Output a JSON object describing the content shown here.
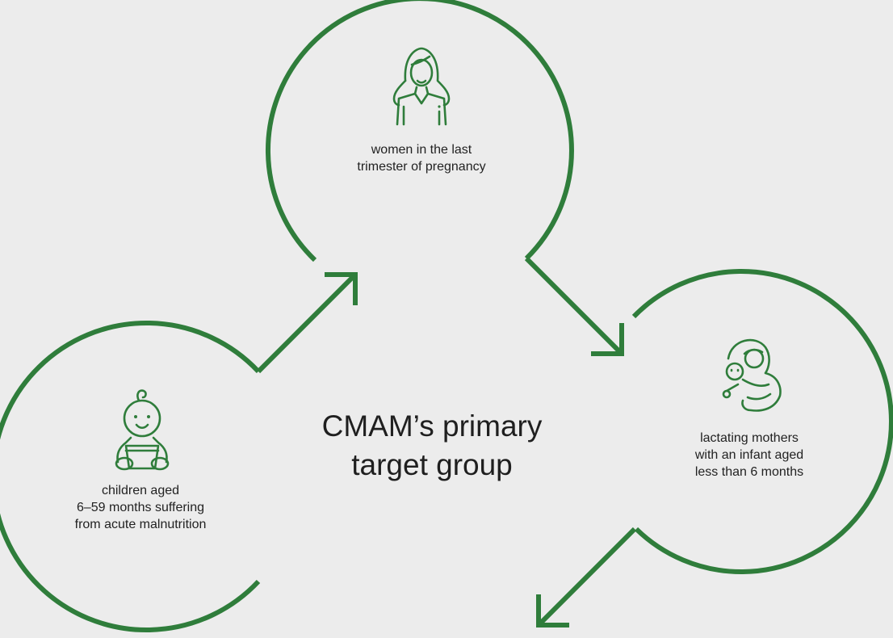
{
  "colors": {
    "accent": "#2f7d3b",
    "background": "#ececec",
    "text": "#222222"
  },
  "center_title": {
    "line1": "CMAM’s primary",
    "line2": "target group"
  },
  "groups": [
    {
      "icon": "pregnant-woman-icon",
      "lines": [
        "women in the last",
        "trimester of pregnancy"
      ]
    },
    {
      "icon": "mother-with-infant-icon",
      "lines": [
        "lactating mothers",
        "with an infant aged",
        "less than 6 months"
      ]
    },
    {
      "icon": "baby-icon",
      "lines": [
        "children aged",
        "6–59 months suffering",
        "from acute malnutrition"
      ]
    }
  ]
}
